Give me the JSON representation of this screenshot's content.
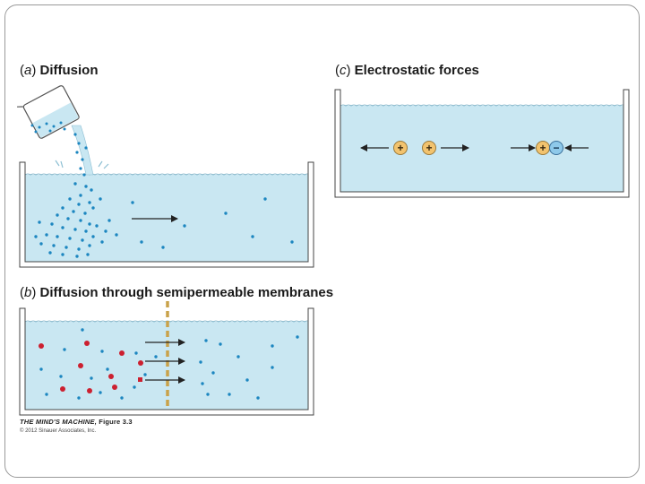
{
  "panels": {
    "a": {
      "letter": "a",
      "title": "Diffusion"
    },
    "b": {
      "letter": "b",
      "title": "Diffusion through semipermeable membranes"
    },
    "c": {
      "letter": "c",
      "title": "Electrostatic forces"
    }
  },
  "ions": {
    "positive_symbol": "+",
    "negative_symbol": "−"
  },
  "colors": {
    "water": "#c9e7f2",
    "solute_blue": "#1c86c0",
    "solute_red": "#cc2030",
    "membrane": "#c9a24a",
    "cation": "#f2c36e",
    "anion": "#8ec9ea",
    "tank_stroke": "#444444"
  },
  "credit": {
    "book": "THE MIND'S MACHINE,",
    "figure": "Figure 3.3",
    "copyright": "© 2012 Sinauer Associates, Inc."
  }
}
